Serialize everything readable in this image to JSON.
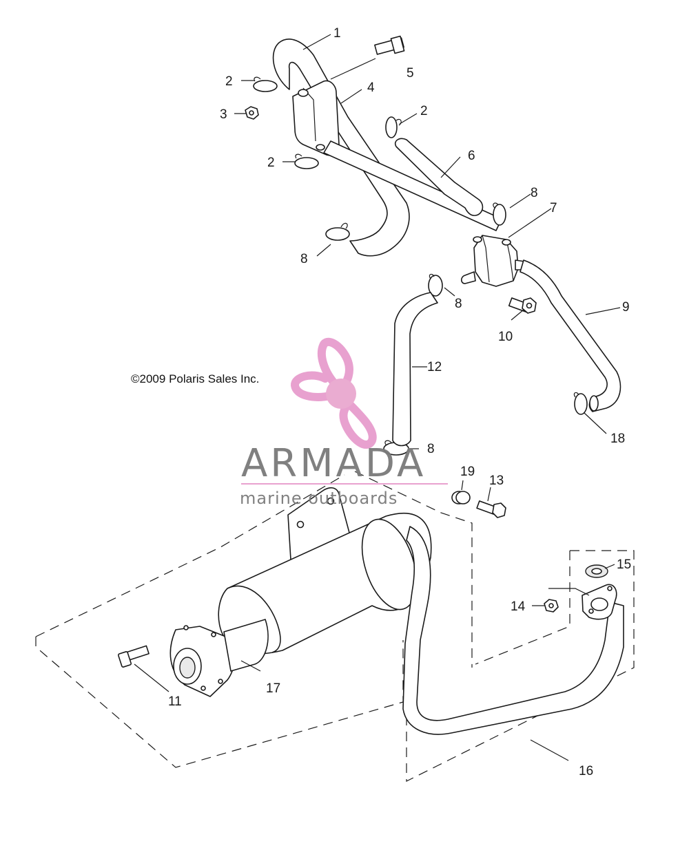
{
  "copyright": "©2009 Polaris Sales Inc.",
  "watermark": {
    "brand": "ARMADA",
    "tagline": "marine outboards",
    "logo_color": "#e79ccd",
    "logo_hub_color": "#e9a8cf",
    "text_color": "#7a7a7a"
  },
  "callouts": {
    "c1": "1",
    "c2a": "2",
    "c2b": "2",
    "c2c": "2",
    "c3": "3",
    "c4": "4",
    "c5": "5",
    "c6": "6",
    "c7": "7",
    "c8a": "8",
    "c8b": "8",
    "c8c": "8",
    "c8d": "8",
    "c9": "9",
    "c10": "10",
    "c11": "11",
    "c12": "12",
    "c13": "13",
    "c14": "14",
    "c15": "15",
    "c16": "16",
    "c17": "17",
    "c18": "18",
    "c19": "19"
  }
}
